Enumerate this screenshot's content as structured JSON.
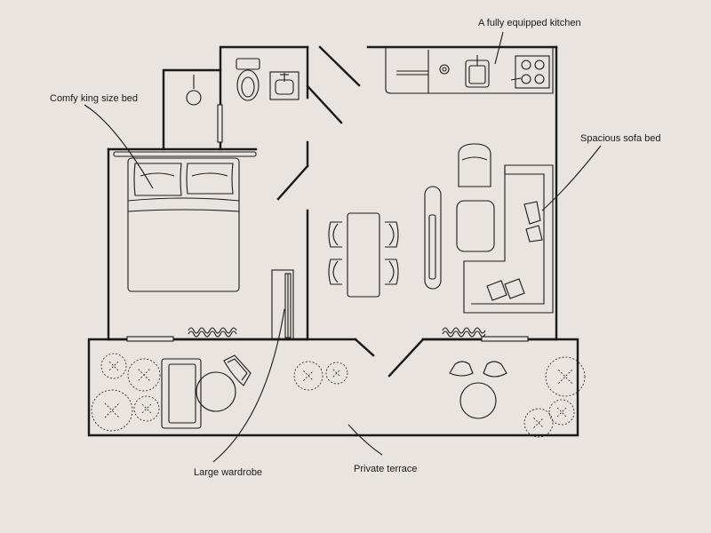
{
  "labels": {
    "kitchen": "A fully equipped kitchen",
    "bed": "Comfy king size bed",
    "sofa": "Spacious sofa bed",
    "wardrobe": "Large wardrobe",
    "terrace": "Private terrace"
  },
  "colors": {
    "background": "#e9e4df",
    "line": "#1a1a1a"
  },
  "icons": [
    "toilet-icon",
    "bathroom-sink-icon",
    "shower-icon",
    "kitchen-sink-icon",
    "stove-icon",
    "plant-icon",
    "radiator-icon"
  ]
}
